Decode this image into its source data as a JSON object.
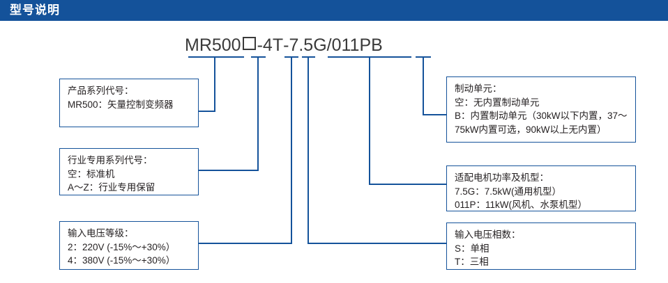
{
  "header": {
    "title": "型号说明"
  },
  "model": {
    "full_string": "MR500 □ - 4 T - 7.5G/011P B",
    "segments": [
      {
        "key": "series",
        "text": "MR500"
      },
      {
        "key": "industry",
        "text": "□"
      },
      {
        "key": "dash1",
        "text": "-"
      },
      {
        "key": "voltage",
        "text": "4"
      },
      {
        "key": "phase",
        "text": "T"
      },
      {
        "key": "dash2",
        "text": "-"
      },
      {
        "key": "power",
        "text": "7.5G/011P"
      },
      {
        "key": "brake",
        "text": "B"
      }
    ],
    "text_series": "MR500",
    "text_dash1": "-",
    "text_voltage": "4",
    "text_phase": "T",
    "text_dash2": "-",
    "text_power": "7.5G/011P",
    "text_brake": "B"
  },
  "callouts": {
    "series": {
      "title": "产品系列代号：",
      "lines": [
        "MR500：矢量控制变频器"
      ]
    },
    "industry": {
      "title": "行业专用系列代号：",
      "lines": [
        "空：标准机",
        "A～Z：行业专用保留"
      ]
    },
    "voltage": {
      "title": "输入电压等级：",
      "lines": [
        "2：220V (-15%～+30%）",
        "4：380V (-15%～+30%）"
      ]
    },
    "brake": {
      "title": "制动单元：",
      "lines": [
        "空：无内置制动单元",
        "B：内置制动单元（30kW以下内置，37～75kW内置可选，90kW以上无内置）"
      ]
    },
    "power": {
      "title": "适配电机功率及机型：",
      "lines": [
        "7.5G：7.5kW(通用机型）",
        "011P：11kW(风机、水泵机型）"
      ]
    },
    "phase": {
      "title": "输入电压相数：",
      "lines": [
        "S：单相",
        "T：三相"
      ]
    }
  },
  "colors": {
    "header_bg": "#14529a",
    "header_text": "#ffffff",
    "line": "#14529a",
    "box_border": "#14529a",
    "body_text": "#231f20",
    "model_text": "#3a3a3a",
    "page_bg": "#ffffff"
  }
}
